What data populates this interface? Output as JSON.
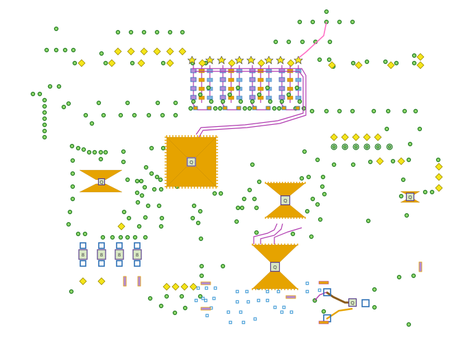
{
  "board": {
    "background": "#ffffff",
    "colors": {
      "via": "#8fd66b",
      "pad": "#f5e51a",
      "lead": "#e6a300",
      "trace": "#b03bb0",
      "trace_highlight": "#ff6fc4",
      "package_outline": "#2c6fb5",
      "chip_fill": "#d9e8c4"
    },
    "chips": [
      {
        "id": "U1",
        "label": "Q"
      },
      {
        "id": "U2",
        "label": "Q"
      },
      {
        "id": "U3",
        "label": "Q"
      },
      {
        "id": "U4",
        "label": "Q"
      },
      {
        "id": "U5",
        "label": "Q"
      },
      {
        "id": "U6",
        "label": "Q"
      }
    ],
    "small_parts_labels": [
      "8",
      "8",
      "8",
      "8"
    ]
  }
}
